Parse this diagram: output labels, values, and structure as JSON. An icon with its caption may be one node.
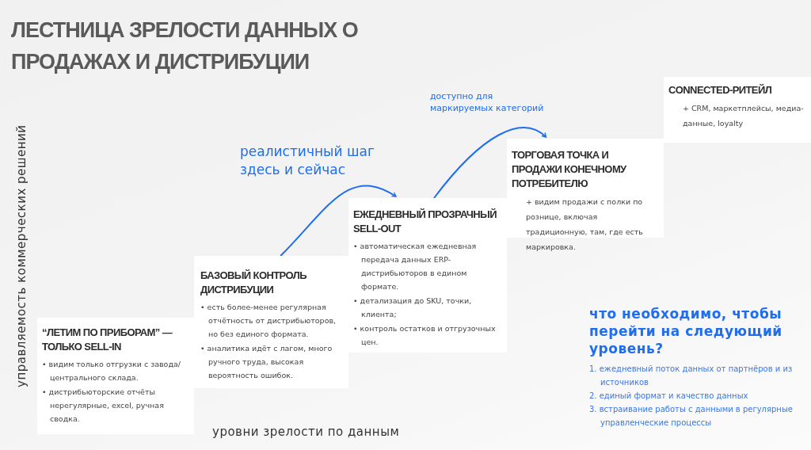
{
  "diagram": {
    "title": "ЛЕСТНИЦА ЗРЕЛОСТИ ДАННЫХ О ПРОДАЖАХ И ДИСТРИБУЦИИ",
    "nodes": [
      {
        "text": [
          "“ЛЕТИМ ПО ПРИБОРАМ” — ТОЛЬКО SELL-IN",
          "• видим только отгрузки с завода/ центрального склада.",
          "• дистрибьюторские отчёты нерегулярные, excel, ручная сводка."
        ]
      },
      {
        "text": [
          "БАЗОВЫЙ КОНТРОЛЬ ДИСТРИБУЦИИ",
          "• есть более-менее регулярная отчётность от дистрибьюторов, но без единого формата.",
          "• аналитика идёт с лагом, много ручного труда, высокая вероятность ошибок."
        ]
      },
      {
        "text": [
          "ЕЖЕДНЕВНЫЙ ПРОЗРАЧНЫЙ SELL-OUT",
          "• автоматическая ежедневная передача данных ERP-дистрибьюторов в едином формате.",
          "• детализация до SKU, точки, клиента;",
          "• контроль остатков и отгрузочных цен."
        ]
      },
      {
        "text": [
          "ТОРГОВАЯ ТОЧКА И ПРОДАЖИ КОНЕЧНОМУ ПОТРЕБИТЕЛЮ",
          "+ видим продажи с полки по рознице, включая традиционную, там, где есть маркировка."
        ]
      },
      {
        "text": [
          "CONNECTED-РИТЕЙЛ",
          "+ CRM, маркетплейсы, медиа-данные, loyalty"
        ]
      }
    ],
    "edges": [
      {
        "from": 1,
        "to": 2,
        "arrow": "to",
        "label": "реалистичный шаг здесь и сейчас"
      },
      {
        "from": 2,
        "to": 3,
        "arrow": "to",
        "label": "доступно для маркируемых категорий"
      }
    ],
    "labels": [
      "управляемость коммерческих решений",
      "уровни зрелости по данным",
      "что необходимо, чтобы перейти на следующий уровень?",
      "1. ежедневный поток данных от партнёров и из источников",
      "2. единый формат и качество данных",
      "3. встраивание работы с данными в регулярные управленческие процессы"
    ]
  }
}
